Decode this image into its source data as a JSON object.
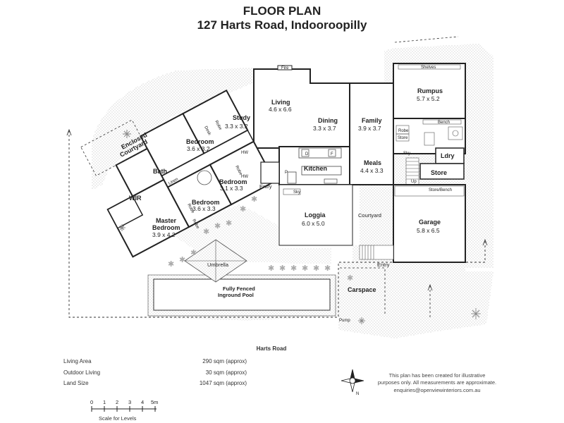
{
  "header": {
    "title": "FLOOR PLAN",
    "address": "127 Harts Road, Indooroopilly"
  },
  "rooms": {
    "living": {
      "name": "Living",
      "dims": "4.6 x 6.6"
    },
    "dining": {
      "name": "Dining",
      "dims": "3.3 x 3.7"
    },
    "family": {
      "name": "Family",
      "dims": "3.9 x 3.7"
    },
    "rumpus": {
      "name": "Rumpus",
      "dims": "5.7 x 5.2"
    },
    "study": {
      "name": "Study",
      "dims": "3.3 x 3.2"
    },
    "bedroom_a": {
      "name": "Bedroom",
      "dims": "3.6 x 3.2"
    },
    "bedroom_b": {
      "name": "Bedroom",
      "dims": "3.1 x 3.3"
    },
    "bedroom_c": {
      "name": "Bedroom",
      "dims": "3.6 x 3.3"
    },
    "master": {
      "name": "Master",
      "name2": "Bedroom",
      "dims": "3.9 x 4.2"
    },
    "meals": {
      "name": "Meals",
      "dims": "4.4 x 3.3"
    },
    "loggia": {
      "name": "Loggia",
      "dims": "6.0 x 5.0"
    },
    "garage": {
      "name": "Garage",
      "dims": "5.8 x 6.5"
    },
    "kitchen": {
      "name": "Kitchen"
    },
    "bath": {
      "name": "Bath"
    },
    "wir": {
      "name": "WIR"
    },
    "ldry": {
      "name": "Ldry"
    },
    "store": {
      "name": "Store"
    },
    "courtyard_enclosed": {
      "name": "Enclosed",
      "name2": "Courtyard"
    },
    "courtyard": {
      "name": "Courtyard"
    },
    "entry_a": {
      "name": "Entry"
    },
    "entry_b": {
      "name": "Entry"
    },
    "carspace": {
      "name": "Carspace"
    },
    "umbrella": {
      "name": "Umbrella"
    },
    "pool": {
      "name": "Fully Fenced",
      "name2": "Inground Pool"
    }
  },
  "fixtures": {
    "fire": "Fire",
    "shelves": "Shelves",
    "bench": "Bench",
    "robe_rumpus": "Robe",
    "store_small": "Store",
    "sky_a": "Sky",
    "sky_b": "Sky",
    "store_bench": "Store/Bench",
    "hw_a": "HW",
    "hw_b": "HW",
    "desk": "Desk",
    "robe_study": "Robe",
    "robe_b": "Robe",
    "linen": "Linen",
    "robe_c": "Robe",
    "robe_c2": "Robe",
    "p": "P",
    "f": "F",
    "d": "D",
    "up": "Up",
    "pump": "Pump"
  },
  "street": "Harts Road",
  "areas": [
    {
      "label": "Living Area",
      "value": "290 sqm (approx)"
    },
    {
      "label": "Outdoor Living",
      "value": "30 sqm (approx)"
    },
    {
      "label": "Land Size",
      "value": "1047 sqm (approx)"
    }
  ],
  "disclaimer": {
    "line1": "This plan has been created for illustrative",
    "line2": "purposes only.  All measurements are approximate.",
    "email": "enquiries@openviewinteriors.com.au"
  },
  "scale": {
    "ticks": [
      "0",
      "1",
      "2",
      "3",
      "4",
      "5m"
    ],
    "caption": "Scale for Levels"
  },
  "compass": {
    "label": "N"
  }
}
